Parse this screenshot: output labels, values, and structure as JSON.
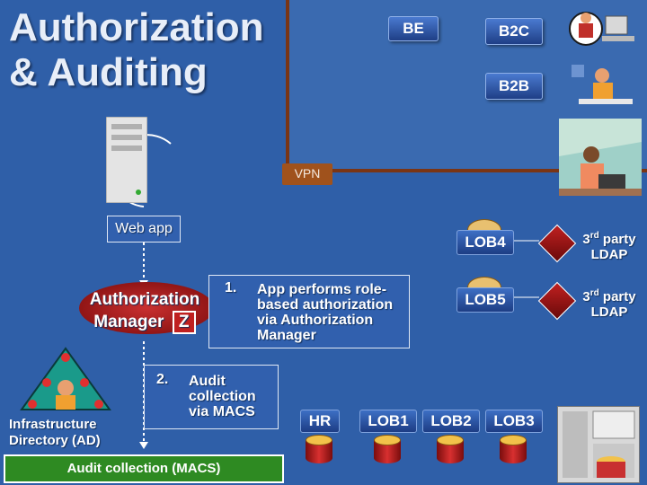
{
  "title": {
    "line1": "Authorization",
    "line2": "& Auditing"
  },
  "nodes": {
    "be": "BE",
    "b2c": "B2C",
    "b2b": "B2B",
    "vpn": "VPN",
    "web_app": "Web app",
    "auth_manager_line1": "Authorization",
    "auth_manager_line2": "Manager",
    "auth_manager_badge": "Z",
    "infra_line1": "Infrastructure",
    "infra_line2": "Directory (AD)",
    "audit_bar": "Audit collection (MACS)",
    "lob4": "LOB4",
    "lob5": "LOB5",
    "hr": "HR",
    "lob1": "LOB1",
    "lob2": "LOB2",
    "lob3": "LOB3"
  },
  "ldap": [
    {
      "num": "3",
      "sup": "rd",
      "word": "party",
      "line2": "LDAP"
    },
    {
      "num": "3",
      "sup": "rd",
      "word": "party",
      "line2": "LDAP"
    }
  ],
  "notes": {
    "note1_num": "1.",
    "note1_l1": "App performs role-",
    "note1_l2": "based authorization",
    "note1_l3": "via Authorization",
    "note1_l4": "Manager",
    "note2_num": "2.",
    "note2_l1": "Audit",
    "note2_l2": "collection",
    "note2_l3": "via MACS"
  },
  "colors": {
    "background": "#2f5fa8",
    "frame": "#7a3515",
    "audit_bar": "#2e8a22",
    "vpn": "#a0521c"
  },
  "icons": [
    "server-icon",
    "person-at-computer-icon",
    "person-at-laptop-icon",
    "directory-pyramid-icon",
    "database-icon",
    "mainframe-icon",
    "key-icon"
  ]
}
